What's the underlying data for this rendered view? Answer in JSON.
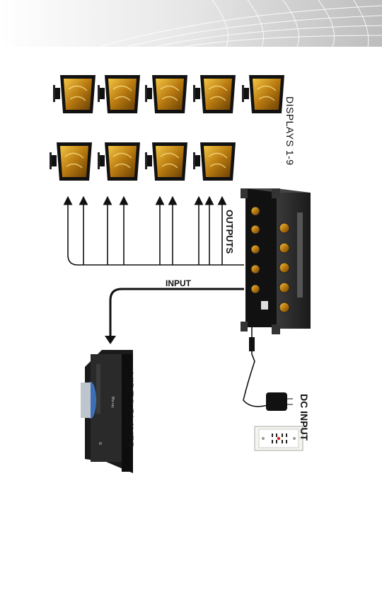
{
  "labels": {
    "displays": "DISPLAYS 1-9",
    "outputs": "OUTPUTS",
    "input": "INPUT",
    "video_player": "VIDEO PLAYER",
    "dc_input": "DC INPUT"
  },
  "icons": {
    "display": "monitor-icon",
    "amplifier": "distribution-amplifier-icon",
    "player": "video-player-icon",
    "adapter": "power-adapter-icon",
    "outlet": "wall-outlet-icon"
  },
  "colors": {
    "screen_gold": "#c9921c",
    "bezel": "#111111",
    "device": "#2b2b2b",
    "connector_gold": "#d4a017",
    "header_grey": "#d9d9d9"
  }
}
